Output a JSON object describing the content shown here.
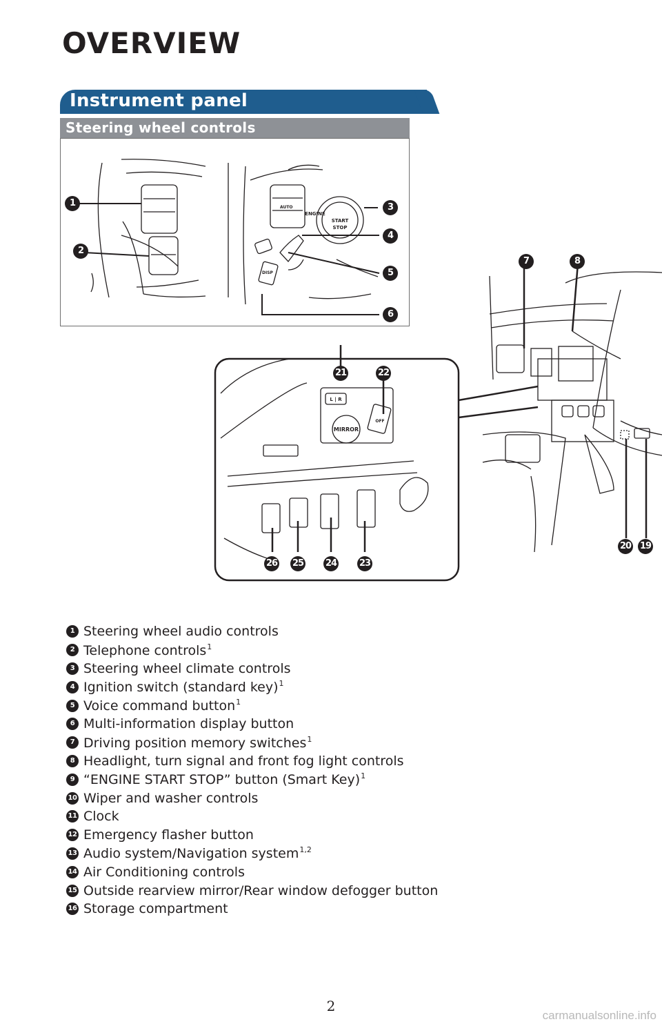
{
  "page": {
    "title": "OVERVIEW",
    "section": "Instrument panel",
    "subsection": "Steering wheel controls",
    "page_number": "2",
    "watermark": "carmanualsonline.info"
  },
  "figure": {
    "callouts": [
      "1",
      "2",
      "3",
      "4",
      "5",
      "6",
      "7",
      "8",
      "19",
      "20",
      "21",
      "22",
      "23",
      "24",
      "25",
      "26"
    ],
    "labels": {
      "engine_start_stop": [
        "ENGINE",
        "START",
        "STOP"
      ],
      "disp": "DISP",
      "auto": "AUTO",
      "mirror": "MIRROR",
      "mirror_lr": "L | R",
      "off": "OFF"
    }
  },
  "legend": [
    {
      "num": "1",
      "text": "Steering wheel audio controls",
      "sup": ""
    },
    {
      "num": "2",
      "text": "Telephone controls",
      "sup": "1"
    },
    {
      "num": "3",
      "text": "Steering wheel climate controls",
      "sup": ""
    },
    {
      "num": "4",
      "text": "Ignition switch (standard key)",
      "sup": "1"
    },
    {
      "num": "5",
      "text": "Voice command button",
      "sup": "1"
    },
    {
      "num": "6",
      "text": "Multi-information display button",
      "sup": ""
    },
    {
      "num": "7",
      "text": "Driving position memory switches",
      "sup": "1"
    },
    {
      "num": "8",
      "text": "Headlight, turn signal and front fog light controls",
      "sup": ""
    },
    {
      "num": "9",
      "text": "“ENGINE START STOP” button (Smart Key)",
      "sup": "1"
    },
    {
      "num": "10",
      "text": "Wiper and washer controls",
      "sup": ""
    },
    {
      "num": "11",
      "text": "Clock",
      "sup": ""
    },
    {
      "num": "12",
      "text": "Emergency flasher button",
      "sup": ""
    },
    {
      "num": "13",
      "text": "Audio system/Navigation system",
      "sup": "1,2"
    },
    {
      "num": "14",
      "text": "Air Conditioning controls",
      "sup": ""
    },
    {
      "num": "15",
      "text": "Outside rearview mirror/Rear window defogger button",
      "sup": ""
    },
    {
      "num": "16",
      "text": "Storage compartment",
      "sup": ""
    }
  ]
}
